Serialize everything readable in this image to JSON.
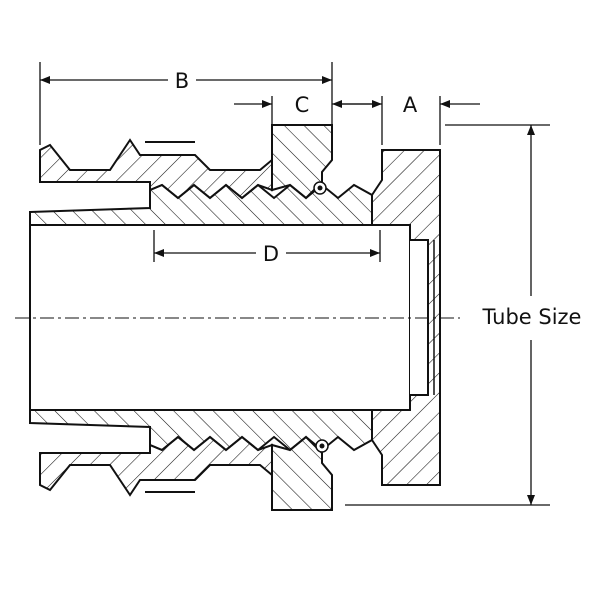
{
  "diagram": {
    "labels": {
      "b": "B",
      "c": "C",
      "a": "A",
      "d": "D",
      "tube_size": "Tube Size"
    },
    "colors": {
      "line": "#111111",
      "hatch": "#111111",
      "background": "#ffffff"
    }
  }
}
